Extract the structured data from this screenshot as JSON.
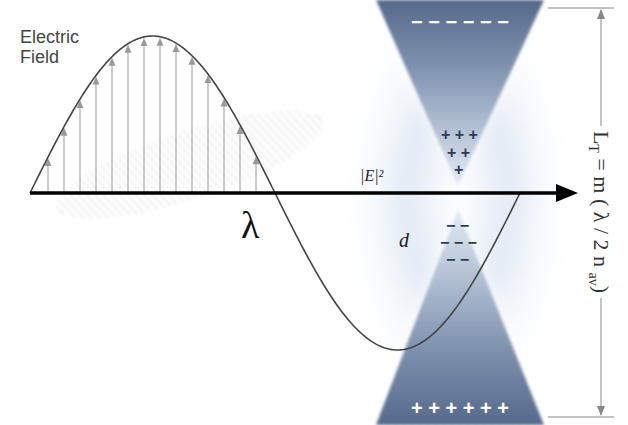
{
  "diagram": {
    "labels": [
      "Electric Field",
      "λ",
      "|E|²",
      "d",
      "− − − − − −",
      "+ + +",
      "+ +",
      "+",
      "− −",
      "− − −",
      "− −",
      "+ + + + + +",
      "L",
      "T",
      "= m ( λ / 2 n",
      "av",
      ")"
    ]
  }
}
